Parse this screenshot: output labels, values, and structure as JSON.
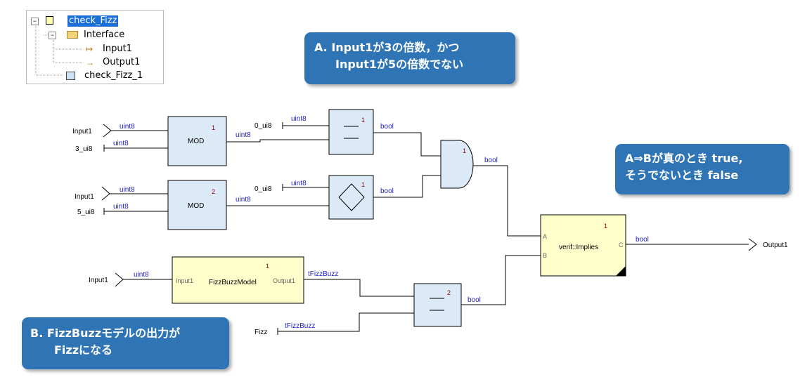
{
  "tree": {
    "items": [
      {
        "label": "check_Fizz",
        "selected": true,
        "icon": "subsystem-icon"
      },
      {
        "label": "Interface",
        "icon": "folder-icon"
      },
      {
        "label": "Input1",
        "icon": "input-arrow-icon"
      },
      {
        "label": "Output1",
        "icon": "output-arrow-icon"
      },
      {
        "label": "check_Fizz_1",
        "icon": "model-icon"
      }
    ]
  },
  "callouts": {
    "a": {
      "line1": "A.  Input1が3の倍数，かつ",
      "line2": "Input1が5の倍数でない"
    },
    "ab": {
      "line1": "A⇒Bが真のとき true,",
      "line2": "そうでないとき false"
    },
    "b": {
      "line1": "B.  FizzBuzzモデルの出力が",
      "line2": "Fizzになる"
    }
  },
  "diagram": {
    "inputs": {
      "input1_a": "Input1",
      "input1_b": "Input1",
      "input1_c": "Input1",
      "const3": "3_ui8",
      "const5": "5_ui8",
      "const0_a": "0_ui8",
      "const0_b": "0_ui8",
      "fizz": "Fizz"
    },
    "types": {
      "uint8": "uint8",
      "bool": "bool",
      "tfizzbuzz": "tFizzBuzz"
    },
    "blocks": {
      "mod1": {
        "label": "MOD",
        "num": "1"
      },
      "mod2": {
        "label": "MOD",
        "num": "2"
      },
      "eq1": {
        "num": "1"
      },
      "neq1": {
        "num": "1"
      },
      "and1": {
        "num": "1"
      },
      "model": {
        "label": "FizzBuzzModel",
        "num": "1",
        "in_port": "Input1",
        "out_port": "Output1"
      },
      "eq2": {
        "num": "2"
      },
      "implies": {
        "label": "verif::Implies",
        "num": "1",
        "port_a": "A",
        "port_b": "B",
        "port_c": "C"
      }
    },
    "output": "Output1"
  },
  "colors": {
    "block_blue": "#dce9f7",
    "block_yellow": "#ffffcc",
    "callout": "#2f75b5",
    "wire_label": "#2020c8",
    "block_number": "#8b0000"
  }
}
